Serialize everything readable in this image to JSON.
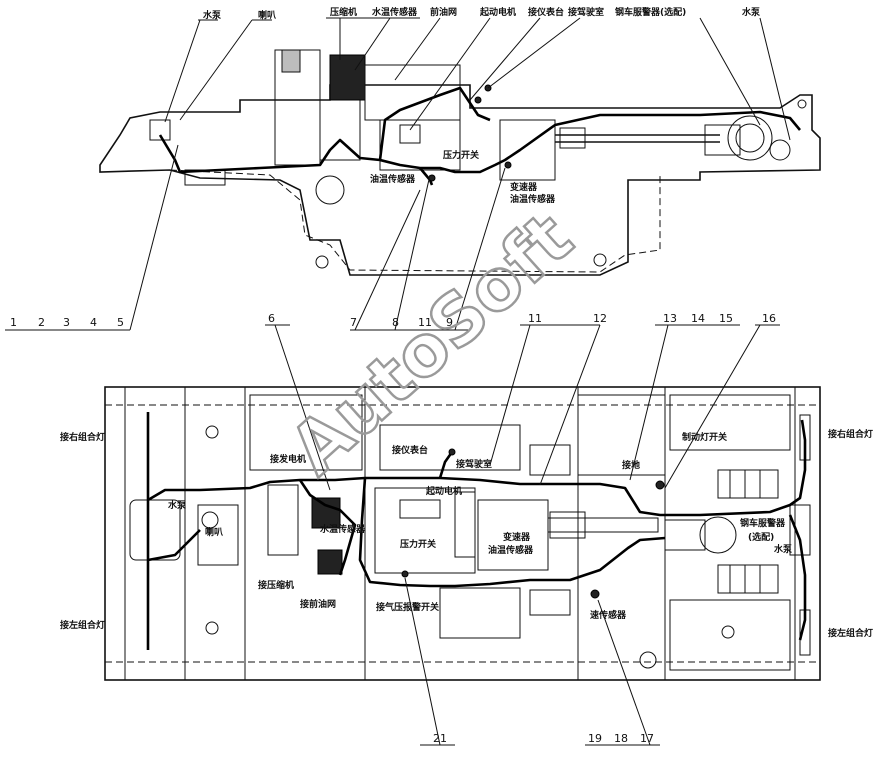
{
  "watermark": "AutoSoft",
  "side_view": {
    "labels": {
      "water_pump_left": "水泵",
      "horn": "喇叭",
      "compressor": "压缩机",
      "water_temp_sensor": "水温传感器",
      "fuel_filter": "前油网",
      "starter": "起动电机",
      "to_dashboard": "接仪表台",
      "to_cab": "接驾驶室",
      "retarder": "钢车服警器(选配)",
      "water_pump_right": "水泵",
      "pressure_switch": "压力开关",
      "oil_temp_sensor": "油温传感器",
      "transmission": "变速器",
      "transmission_oil_sensor": "油温传感器"
    }
  },
  "top_view": {
    "labels": {
      "to_right_combo_lamp_left": "接右组合灯",
      "to_left_combo_lamp_left": "接左组合灯",
      "water_pump_left": "水泵",
      "horn": "喇叭",
      "to_generator": "接发电机",
      "water_temp_sensor": "水温传感器",
      "to_compressor": "接压缩机",
      "to_fuel_filter": "接前油网",
      "to_dashboard": "接仪表台",
      "to_cab": "接驾驶室",
      "starter": "起动电机",
      "pressure_switch": "压力开关",
      "air_pressure_switch": "接气压报警开关",
      "transmission": "变速器",
      "transmission_oil_sensor": "油温传感器",
      "brake_switch": "制动灯开关",
      "ground": "接地",
      "retarder": "钢车服警器",
      "retarder_opt": "(选配)",
      "water_pump_right": "水泵",
      "speed_sensor": "速传感器",
      "to_right_combo_lamp_right": "接右组合灯",
      "to_left_combo_lamp_right": "接左组合灯"
    }
  },
  "callouts": {
    "n1": "1",
    "n2": "2",
    "n3": "3",
    "n4": "4",
    "n5": "5",
    "n7": "7",
    "n8": "8",
    "n11a": "11",
    "n9": "9",
    "n6": "6",
    "n11b": "11",
    "n12": "12",
    "n13": "13",
    "n14": "14",
    "n15": "15",
    "n16": "16",
    "n21": "21",
    "n19": "19",
    "n18": "18",
    "n17": "17"
  }
}
